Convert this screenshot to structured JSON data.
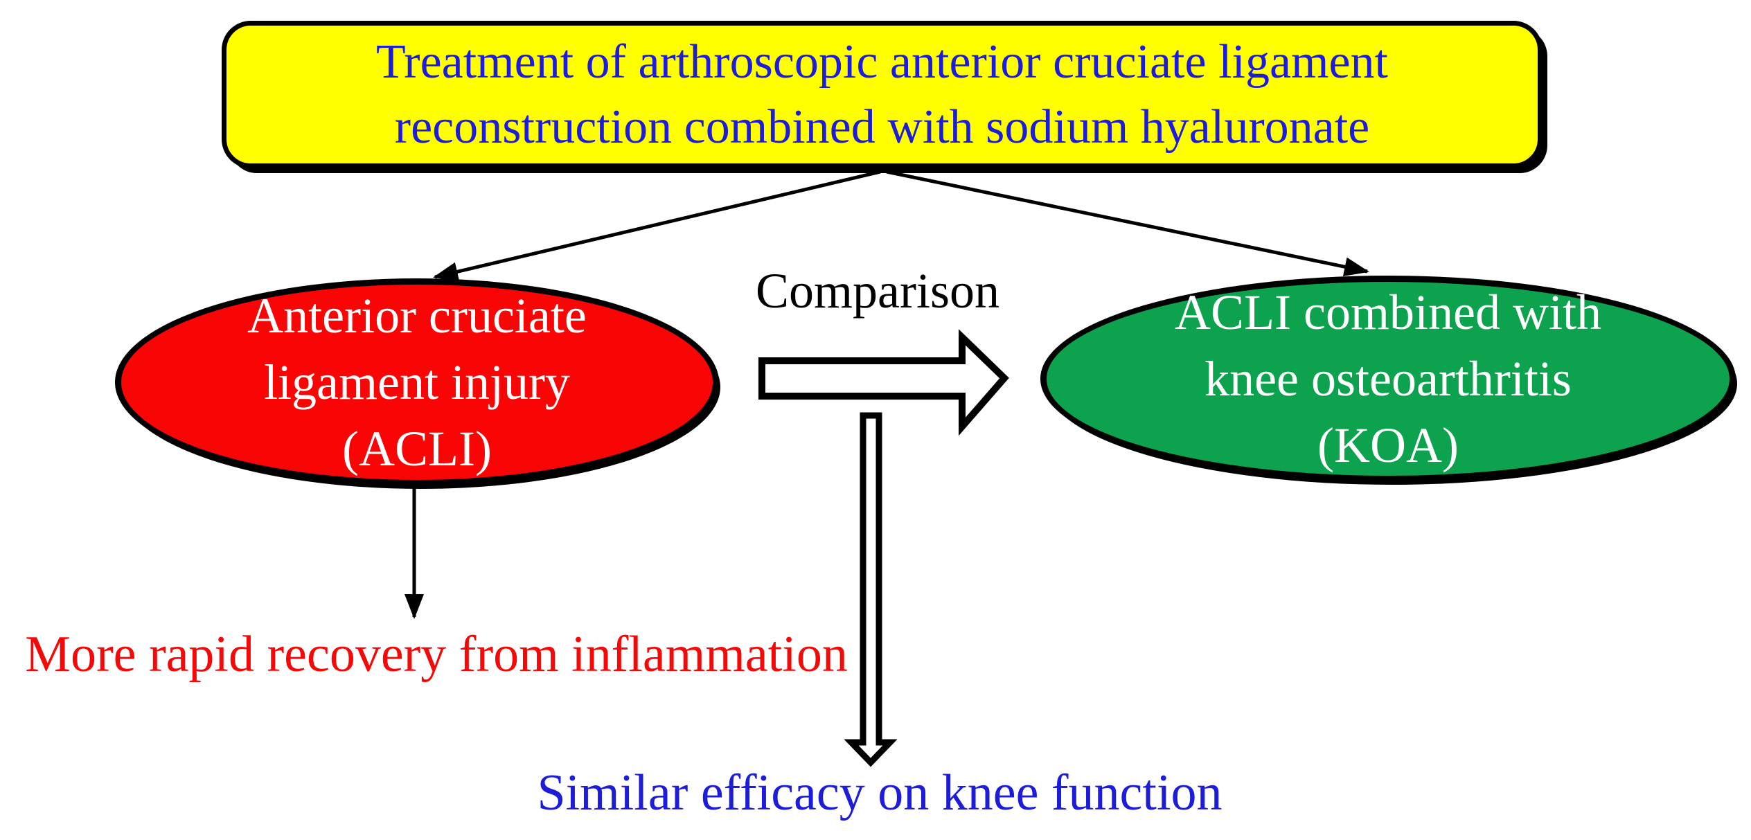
{
  "figure": {
    "title_box": {
      "lines": [
        "Treatment of arthroscopic anterior cruciate ligament",
        "reconstruction combined with sodium hyaluronate"
      ]
    },
    "left_node": {
      "lines": [
        "Anterior cruciate",
        "ligament injury",
        "(ACLI)"
      ]
    },
    "right_node": {
      "lines": [
        "ACLI combined with",
        "knee osteoarthritis",
        "(KOA)"
      ]
    },
    "comparison_label": "Comparison",
    "left_outcome": "More rapid recovery from inflammation",
    "bottom_outcome": "Similar efficacy on knee function",
    "colors": {
      "title_box_fill": "#ffff00",
      "title_text": "#1d1dd9",
      "left_node_fill": "#fa0505",
      "right_node_fill": "#0da24d",
      "node_text": "#ffffff",
      "outline": "#000000",
      "left_outcome_text": "#f50808",
      "bottom_outcome_text": "#1d1dd9",
      "comparison_text": "#000000",
      "block_arrow_fill": "#ffffff"
    }
  }
}
